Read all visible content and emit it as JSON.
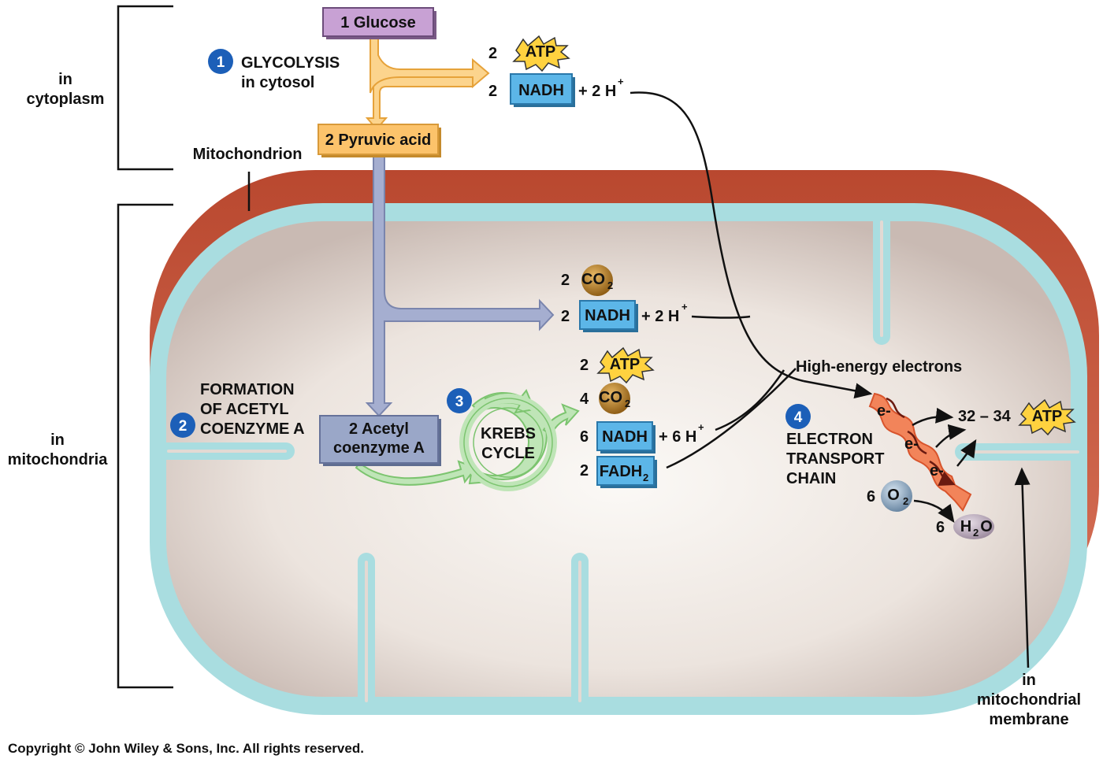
{
  "colors": {
    "glucose_box": "#c49cd0",
    "pyruvic_box": "#fbc36b",
    "nadh_box": "#5cb6e8",
    "acetyl_box": "#9aa7c8",
    "atp_star": "#ffd23f",
    "co2_ball": "#b9812a",
    "o2_ball": "#8fa9c2",
    "h2o_ball": "#b7a8b8",
    "step_badge": "#1c5fb8",
    "outer_membrane": "#c55a44",
    "inner_membrane": "#a9dde0",
    "matrix": "#ece4de",
    "glycolysis_arrow": "#fbc36b",
    "pyruvate_arrow": "#99a4c8",
    "krebs_arrow": "#a7d8a0",
    "etc_chain": "#ef6a3a"
  },
  "regions": {
    "cytoplasm": [
      "in",
      "cytoplasm"
    ],
    "mitochondria": [
      "in",
      "mitochondria"
    ],
    "membrane": [
      "in",
      "mitochondrial",
      "membrane"
    ],
    "mitochondrion": "Mitochondrion"
  },
  "steps": {
    "s1": {
      "num": "1",
      "lines": [
        "GLYCOLYSIS",
        "in cytosol"
      ]
    },
    "s2": {
      "num": "2",
      "lines": [
        "FORMATION",
        "OF ACETYL",
        "COENZYME A"
      ]
    },
    "s3": {
      "num": "3"
    },
    "s4": {
      "num": "4",
      "lines": [
        "ELECTRON",
        "TRANSPORT",
        "CHAIN"
      ]
    }
  },
  "boxes": {
    "glucose": "1 Glucose",
    "pyruvic": "2 Pyruvic acid",
    "acetyl": [
      "2 Acetyl",
      "coenzyme A"
    ],
    "krebs": [
      "KREBS",
      "CYCLE"
    ]
  },
  "glycolysis_products": {
    "atp_count": "2",
    "atp": "ATP",
    "nadh_count": "2",
    "nadh": "NADH",
    "h": "+ 2 H",
    "h_sup": "+"
  },
  "acetyl_products": {
    "co2_count": "2",
    "co2": "CO",
    "co2_sub": "2",
    "nadh_count": "2",
    "nadh": "NADH",
    "h": "+ 2 H",
    "h_sup": "+"
  },
  "krebs_products": {
    "atp_count": "2",
    "atp": "ATP",
    "co2_count": "4",
    "co2": "CO",
    "co2_sub": "2",
    "nadh_count": "6",
    "nadh": "NADH",
    "h": "+ 6 H",
    "h_sup": "+",
    "fadh_count": "2",
    "fadh": "FADH",
    "fadh_sub": "2"
  },
  "etc": {
    "high_energy": "High-energy electrons",
    "electron": "e-",
    "atp_range": "32 – 34",
    "atp": "ATP",
    "o2_count": "6",
    "o2": "O",
    "o2_sub": "2",
    "h2o_count": "6",
    "h2o_a": "H",
    "h2o_sub": "2",
    "h2o_b": "O"
  },
  "copyright": "Copyright © John Wiley & Sons, Inc. All rights reserved."
}
